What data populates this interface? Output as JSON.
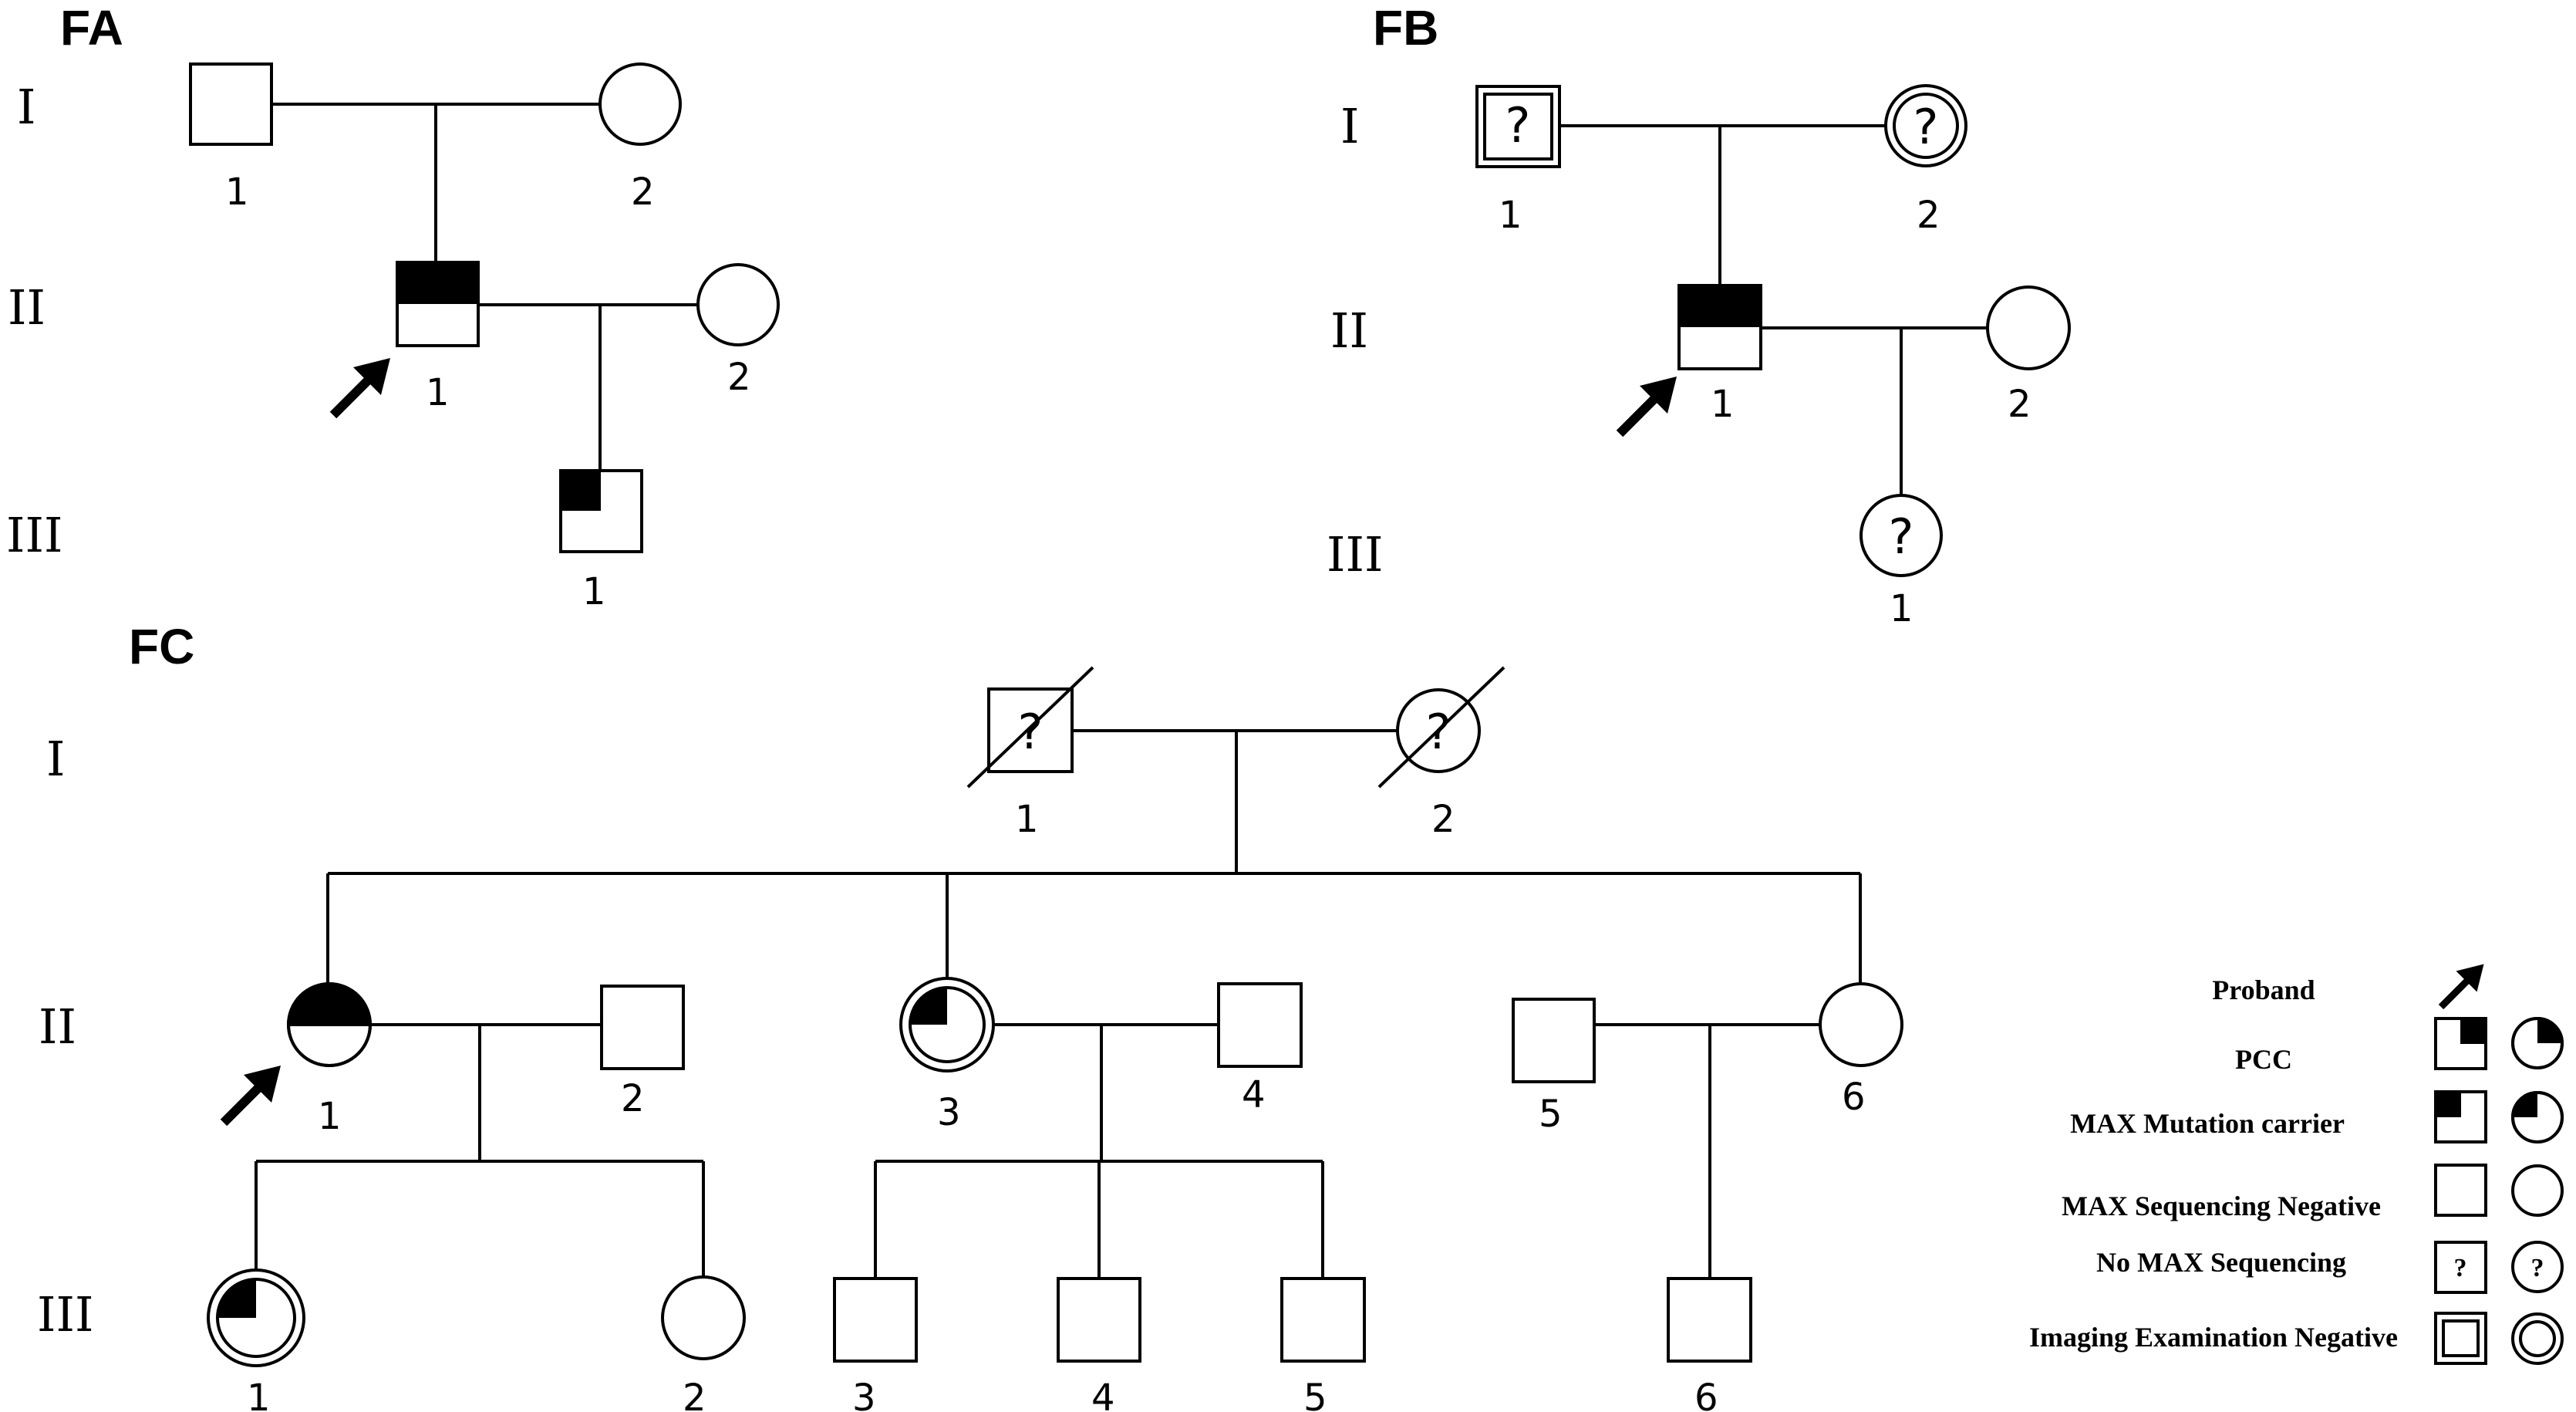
{
  "families": {
    "FA": {
      "title": "FA",
      "generations": [
        "I",
        "II",
        "III"
      ],
      "members": {
        "I1": "1",
        "I2": "2",
        "II1": "1",
        "II2": "2",
        "III1": "1"
      }
    },
    "FB": {
      "title": "FB",
      "generations": [
        "I",
        "II",
        "III"
      ],
      "members": {
        "I1": "1",
        "I2": "2",
        "II1": "1",
        "II2": "2",
        "III1": "1"
      },
      "question_mark": "?"
    },
    "FC": {
      "title": "FC",
      "generations": [
        "I",
        "II",
        "III"
      ],
      "members": {
        "I1": "1",
        "I2": "2",
        "II1": "1",
        "II2": "2",
        "II3": "3",
        "II4": "4",
        "II5": "5",
        "II6": "6",
        "III1": "1",
        "III2": "2",
        "III3": "3",
        "III4": "4",
        "III5": "5",
        "III6": "6"
      },
      "question_mark": "?"
    }
  },
  "legend": {
    "proband": "Proband",
    "pcc": "PCC",
    "carrier": "MAX  Mutation carrier",
    "negative": "MAX  Sequencing Negative",
    "no_seq": "No  MAX Sequencing",
    "imaging": "Imaging Examination Negative",
    "question_mark": "?"
  }
}
